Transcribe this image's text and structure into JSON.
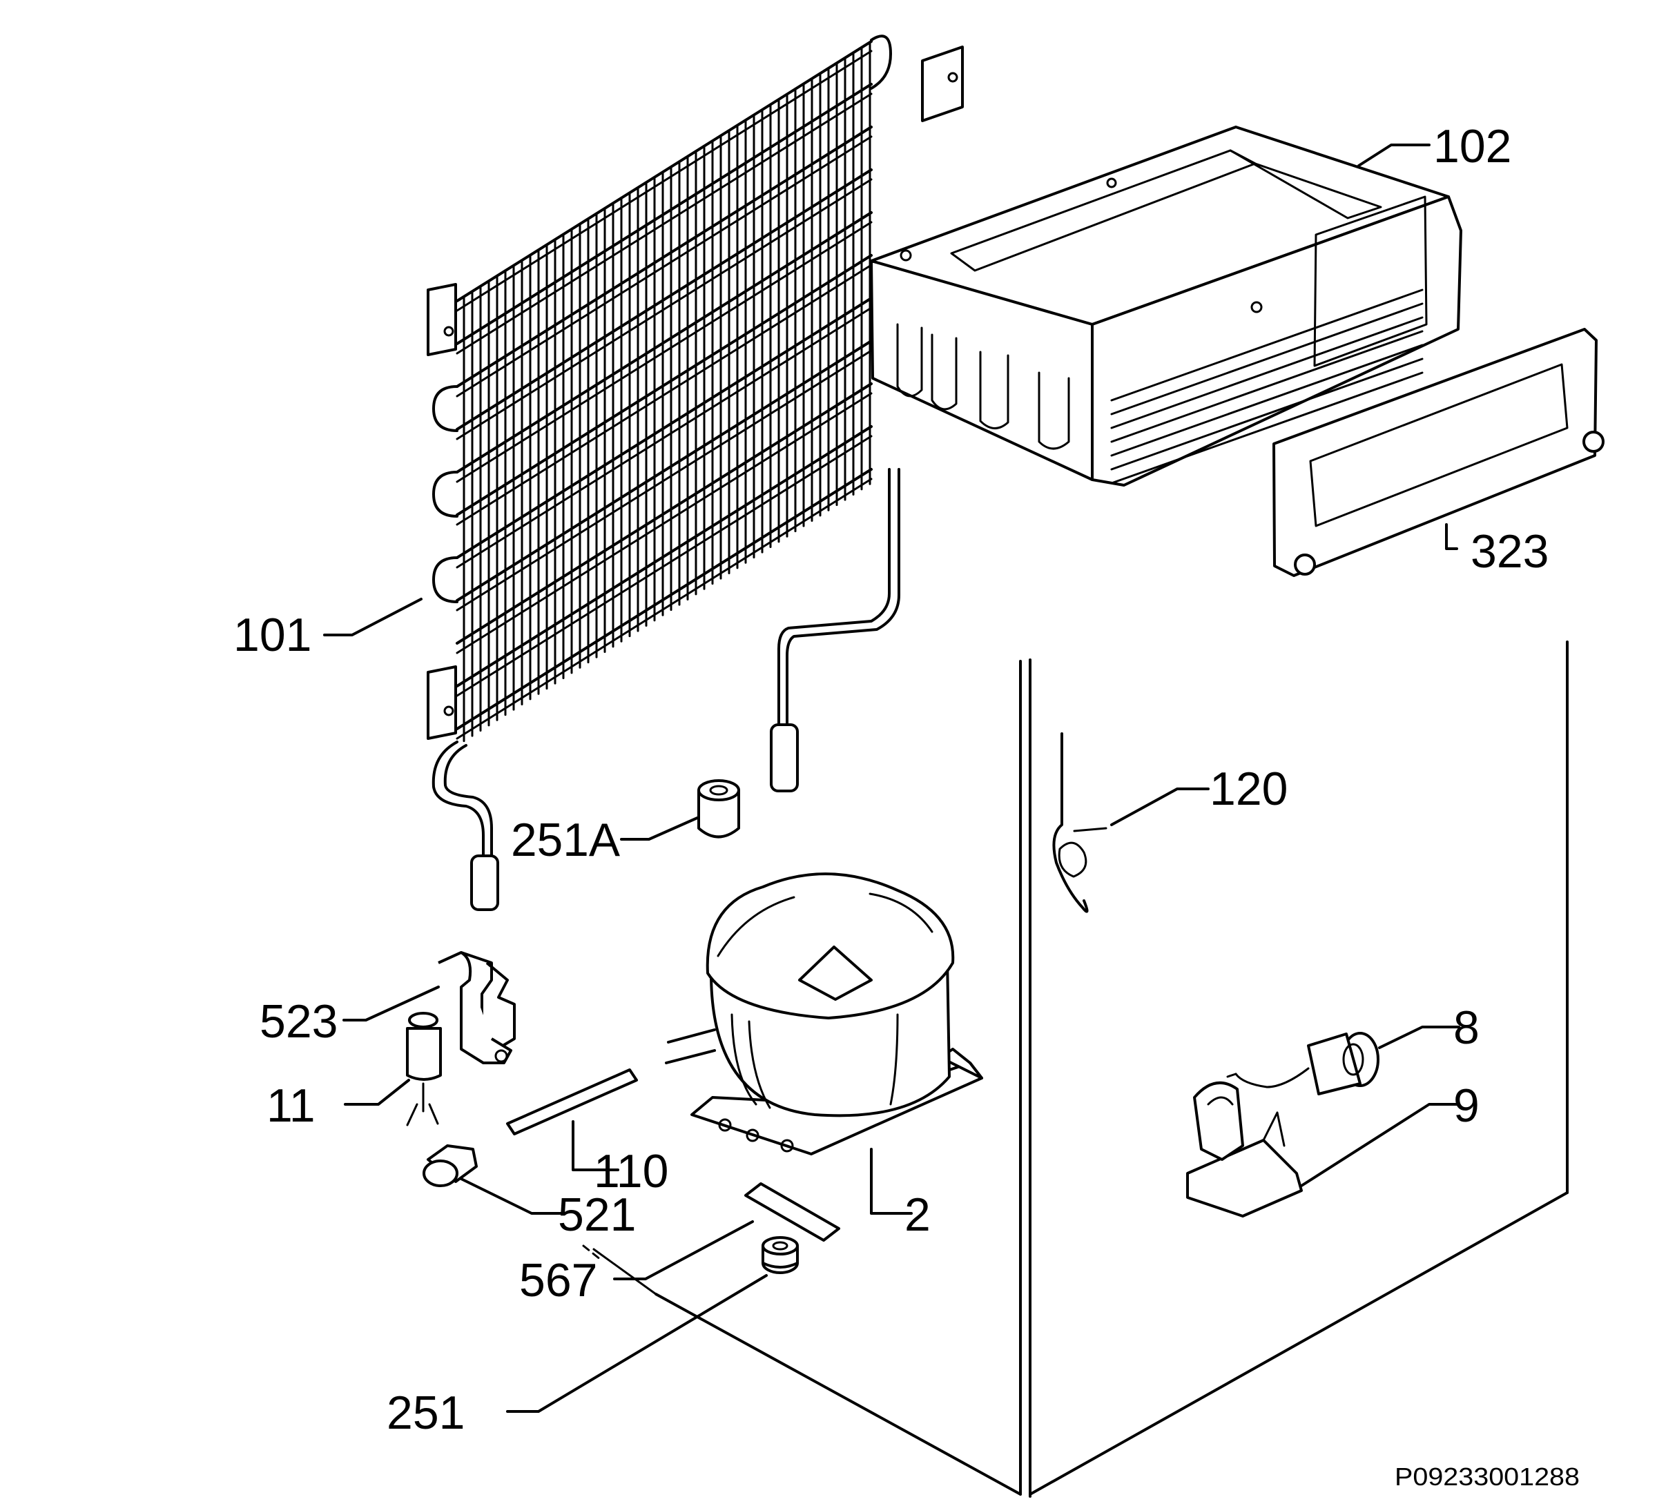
{
  "diagram": {
    "part_labels": {
      "p101": "101",
      "p102": "102",
      "p323": "323",
      "p120": "120",
      "p251a": "251A",
      "p523": "523",
      "p11": "11",
      "p110": "110",
      "p2": "2",
      "p8": "8",
      "p9": "9",
      "p521": "521",
      "p567": "567",
      "p251": "251"
    },
    "drawing_code": "P09233001288"
  }
}
